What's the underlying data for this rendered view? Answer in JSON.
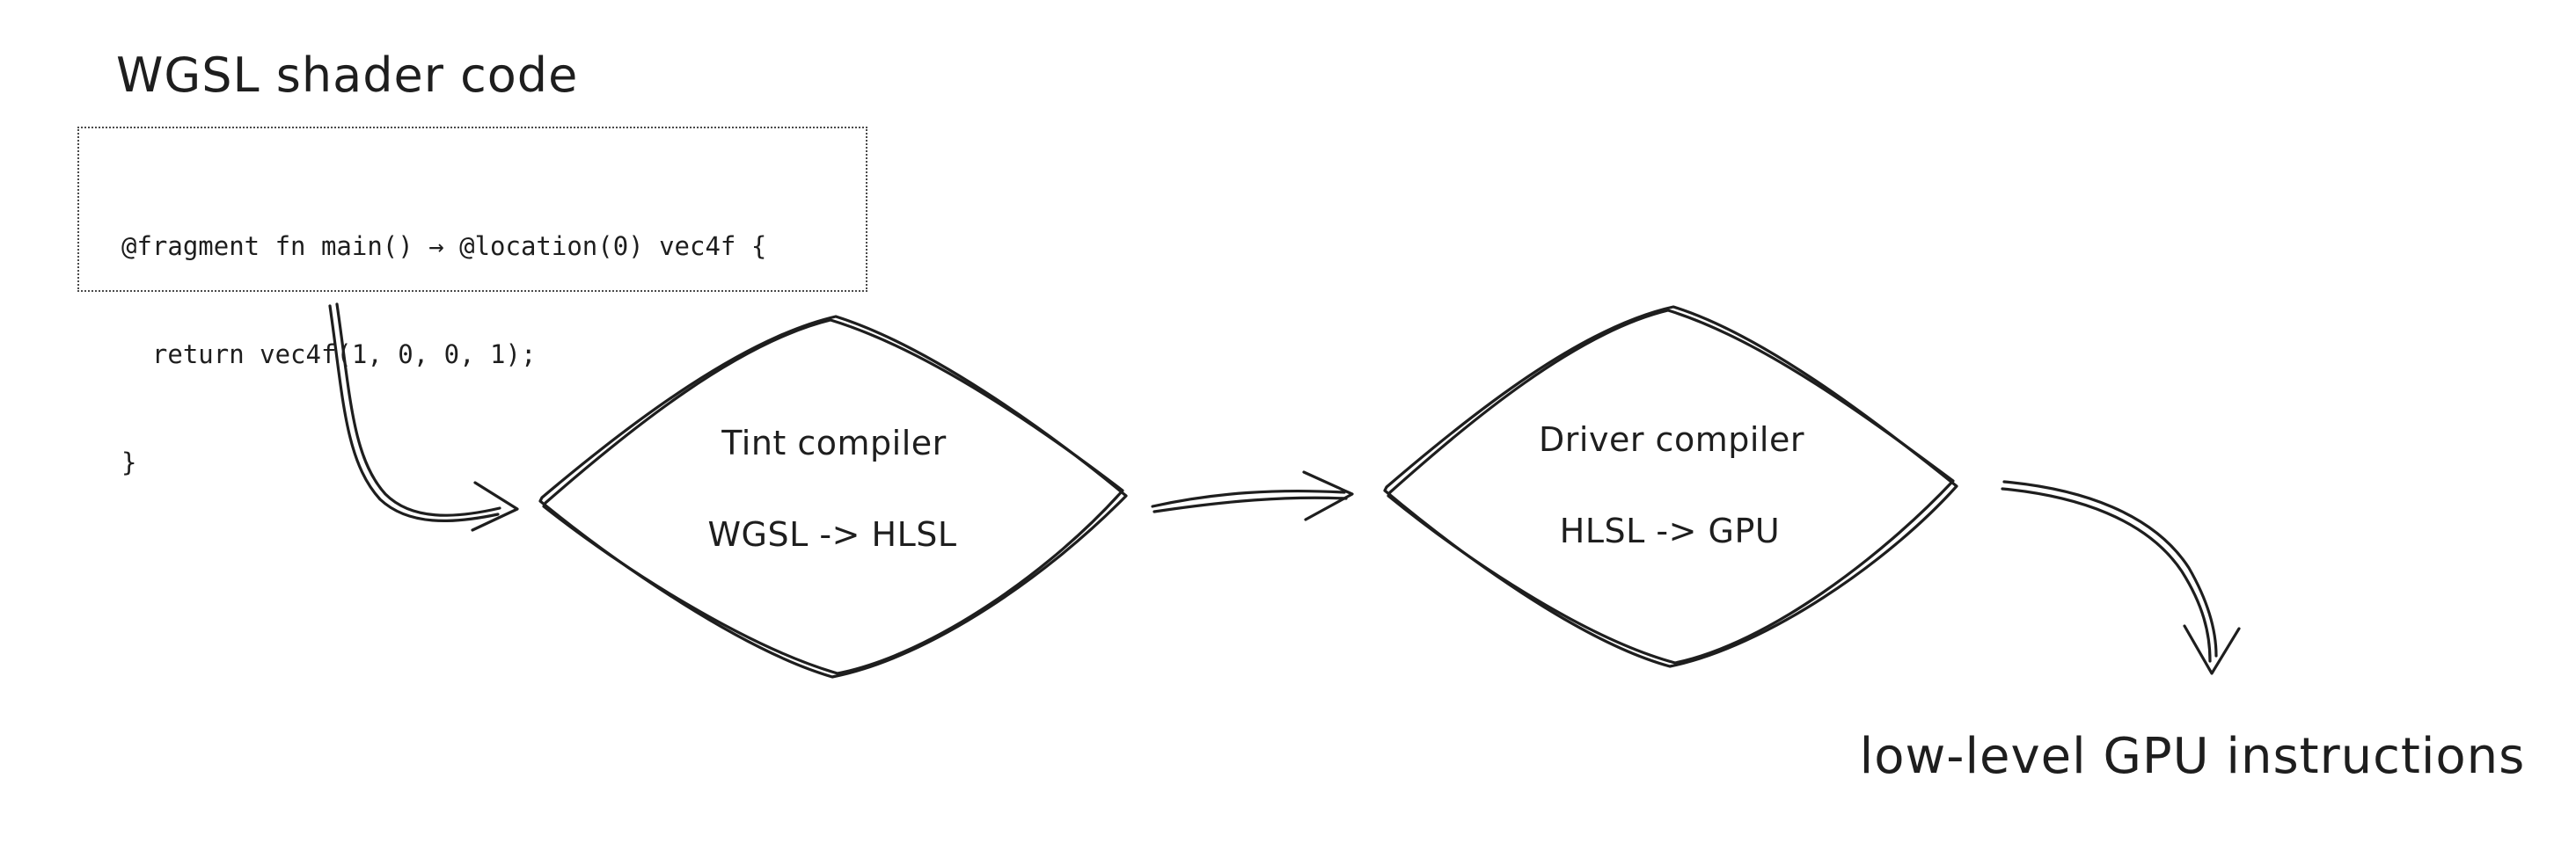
{
  "canvas": {
    "background": "#ffffff",
    "ink_color": "#1e1e1e"
  },
  "title": "WGSL shader code",
  "code_box": {
    "lines": [
      "@fragment fn main() → @location(0) vec4f {",
      "  return vec4f(1, 0, 0, 1);",
      "}"
    ]
  },
  "nodes": [
    {
      "id": "tint-compiler",
      "title": "Tint compiler",
      "subtitle": "WGSL -> HLSL"
    },
    {
      "id": "driver-compiler",
      "title": "Driver compiler",
      "subtitle": "HLSL -> GPU"
    }
  ],
  "output_label": "low-level GPU instructions"
}
